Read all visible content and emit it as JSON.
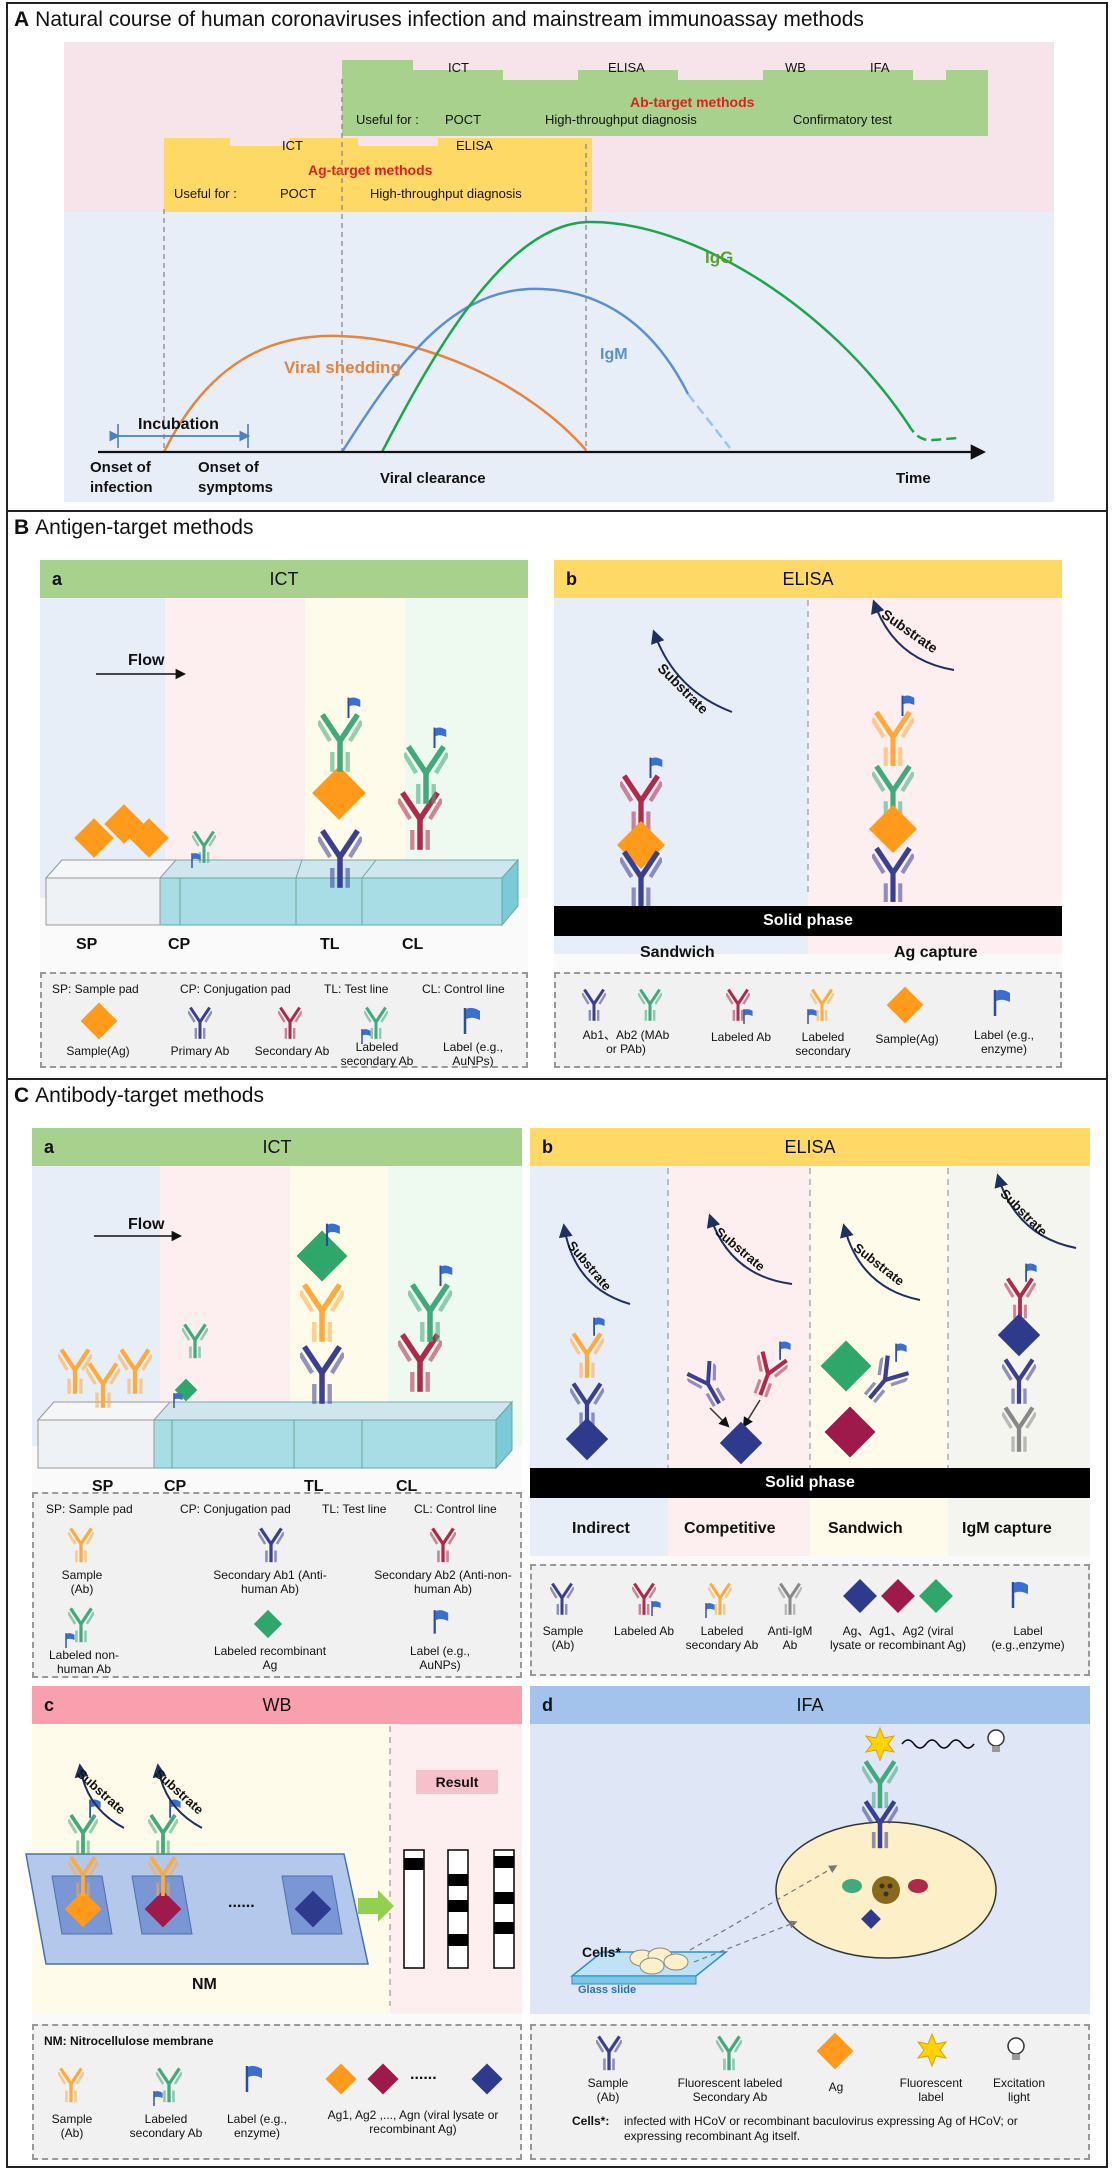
{
  "sectionA": {
    "letter": "A",
    "title": "Natural course of human coronaviruses infection and mainstream immunoassay methods",
    "ab_methods": {
      "heading": "Ab-target methods",
      "tabs": [
        "ICT",
        "ELISA",
        "WB",
        "IFA"
      ],
      "useful_for": "Useful for :",
      "uses": [
        "POCT",
        "High-throughput diagnosis",
        "Confirmatory test"
      ]
    },
    "ag_methods": {
      "heading": "Ag-target methods",
      "tabs": [
        "ICT",
        "ELISA"
      ],
      "useful_for": "Useful for :",
      "uses": [
        "POCT",
        "High-throughput  diagnosis"
      ]
    },
    "curves": {
      "igg": "IgG",
      "igm": "IgM",
      "viral_shedding": "Viral shedding"
    },
    "incubation": "Incubation",
    "axis_labels": [
      "Onset of infection",
      "Onset of symptoms",
      "Viral clearance",
      "Time"
    ],
    "colors": {
      "igg": "#1aa64a",
      "igm": "#5b8fd0",
      "viral": "#e8833a",
      "ab_box": "#a9d18e",
      "ag_box": "#ffd966",
      "red_text": "#e02020"
    }
  },
  "sectionB": {
    "letter": "B",
    "title": "Antigen-target methods",
    "panel_a": {
      "letter": "a",
      "title": "ICT",
      "flow": "Flow",
      "strip_labels": [
        "SP",
        "CP",
        "TL",
        "CL"
      ],
      "legend_defs": [
        "SP: Sample pad",
        "CP: Conjugation pad",
        "TL: Test line",
        "CL:  Control line"
      ],
      "legend_items": [
        "Sample(Ag)",
        "Primary Ab",
        "Secondary Ab",
        "Labeled secondary Ab",
        "Label (e.g., AuNPs)"
      ]
    },
    "panel_b": {
      "letter": "b",
      "title": "ELISA",
      "substrate": "Substrate",
      "solid_phase": "Solid phase",
      "formats": [
        "Sandwich",
        "Ag capture"
      ],
      "legend_items": [
        "Ab1、Ab2 (MAb or PAb)",
        "Labeled Ab",
        "Labeled secondary",
        "Sample(Ag)",
        "Label (e.g., enzyme)"
      ]
    }
  },
  "sectionC": {
    "letter": "C",
    "title": "Antibody-target methods",
    "panel_a": {
      "letter": "a",
      "title": "ICT",
      "flow": "Flow",
      "strip_labels": [
        "SP",
        "CP",
        "TL",
        "CL"
      ],
      "legend_defs": [
        "SP: Sample pad",
        "CP: Conjugation pad",
        "TL: Test line",
        "CL:  Control line"
      ],
      "legend_items": [
        "Sample (Ab)",
        "Secondary Ab1 (Anti-human Ab)",
        "Secondary Ab2 (Anti-non-human Ab)",
        "Labeled non-human Ab",
        "Labeled recombinant Ag",
        "Label (e.g., AuNPs)"
      ]
    },
    "panel_b": {
      "letter": "b",
      "title": "ELISA",
      "substrate": "Substrate",
      "solid_phase": "Solid phase",
      "formats": [
        "Indirect",
        "Competitive",
        "Sandwich",
        "IgM capture"
      ],
      "legend_items": [
        "Sample (Ab)",
        "Labeled Ab",
        "Labeled secondary Ab",
        "Anti-IgM Ab",
        "Ag、Ag1、Ag2 (viral lysate or recombinant Ag)",
        "Label (e.g.,enzyme)"
      ]
    },
    "panel_c": {
      "letter": "c",
      "title": "WB",
      "substrate": "Substrate",
      "result": "Result",
      "membrane": "NM",
      "dots": "......",
      "legend_def": "NM: Nitrocellulose membrane",
      "legend_items": [
        "Sample (Ab)",
        "Labeled secondary Ab",
        "Label (e.g., enzyme)",
        "Ag1, Ag2 ,..., Agn (viral lysate or recombinant Ag)"
      ]
    },
    "panel_d": {
      "letter": "d",
      "title": "IFA",
      "cells": "Cells*",
      "glass": "Glass slide",
      "legend_items": [
        "Sample (Ab)",
        "Fluorescent labeled Secondary Ab",
        "Ag",
        "Fluorescent label",
        "Excitation light"
      ],
      "note_key": "Cells*:",
      "note": "infected with HCoV or recombinant baculovirus expressing Ag of HCoV; or expressing recombinant Ag itself."
    }
  }
}
